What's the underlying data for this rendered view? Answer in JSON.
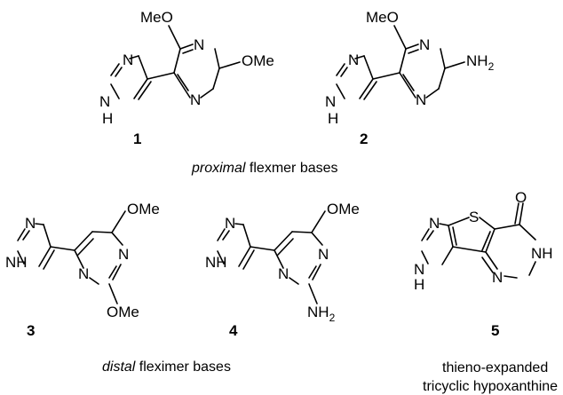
{
  "atoms": {
    "N": "N",
    "NH": "NH",
    "N2": "NH",
    "H": "H",
    "S": "S",
    "O": "O",
    "OMe": "OMe",
    "MeO": "MeO",
    "NH2_main": "NH",
    "NH2_sub": "2"
  },
  "compounds": {
    "c1": "1",
    "c2": "2",
    "c3": "3",
    "c4": "4",
    "c5": "5"
  },
  "captions": {
    "proximal_italic": "proximal",
    "proximal_rest": " flexmer bases",
    "distal_italic": "distal",
    "distal_rest": " fleximer bases",
    "tricyclic_line1": "thieno-expanded",
    "tricyclic_line2": "tricyclic hypoxanthine"
  }
}
